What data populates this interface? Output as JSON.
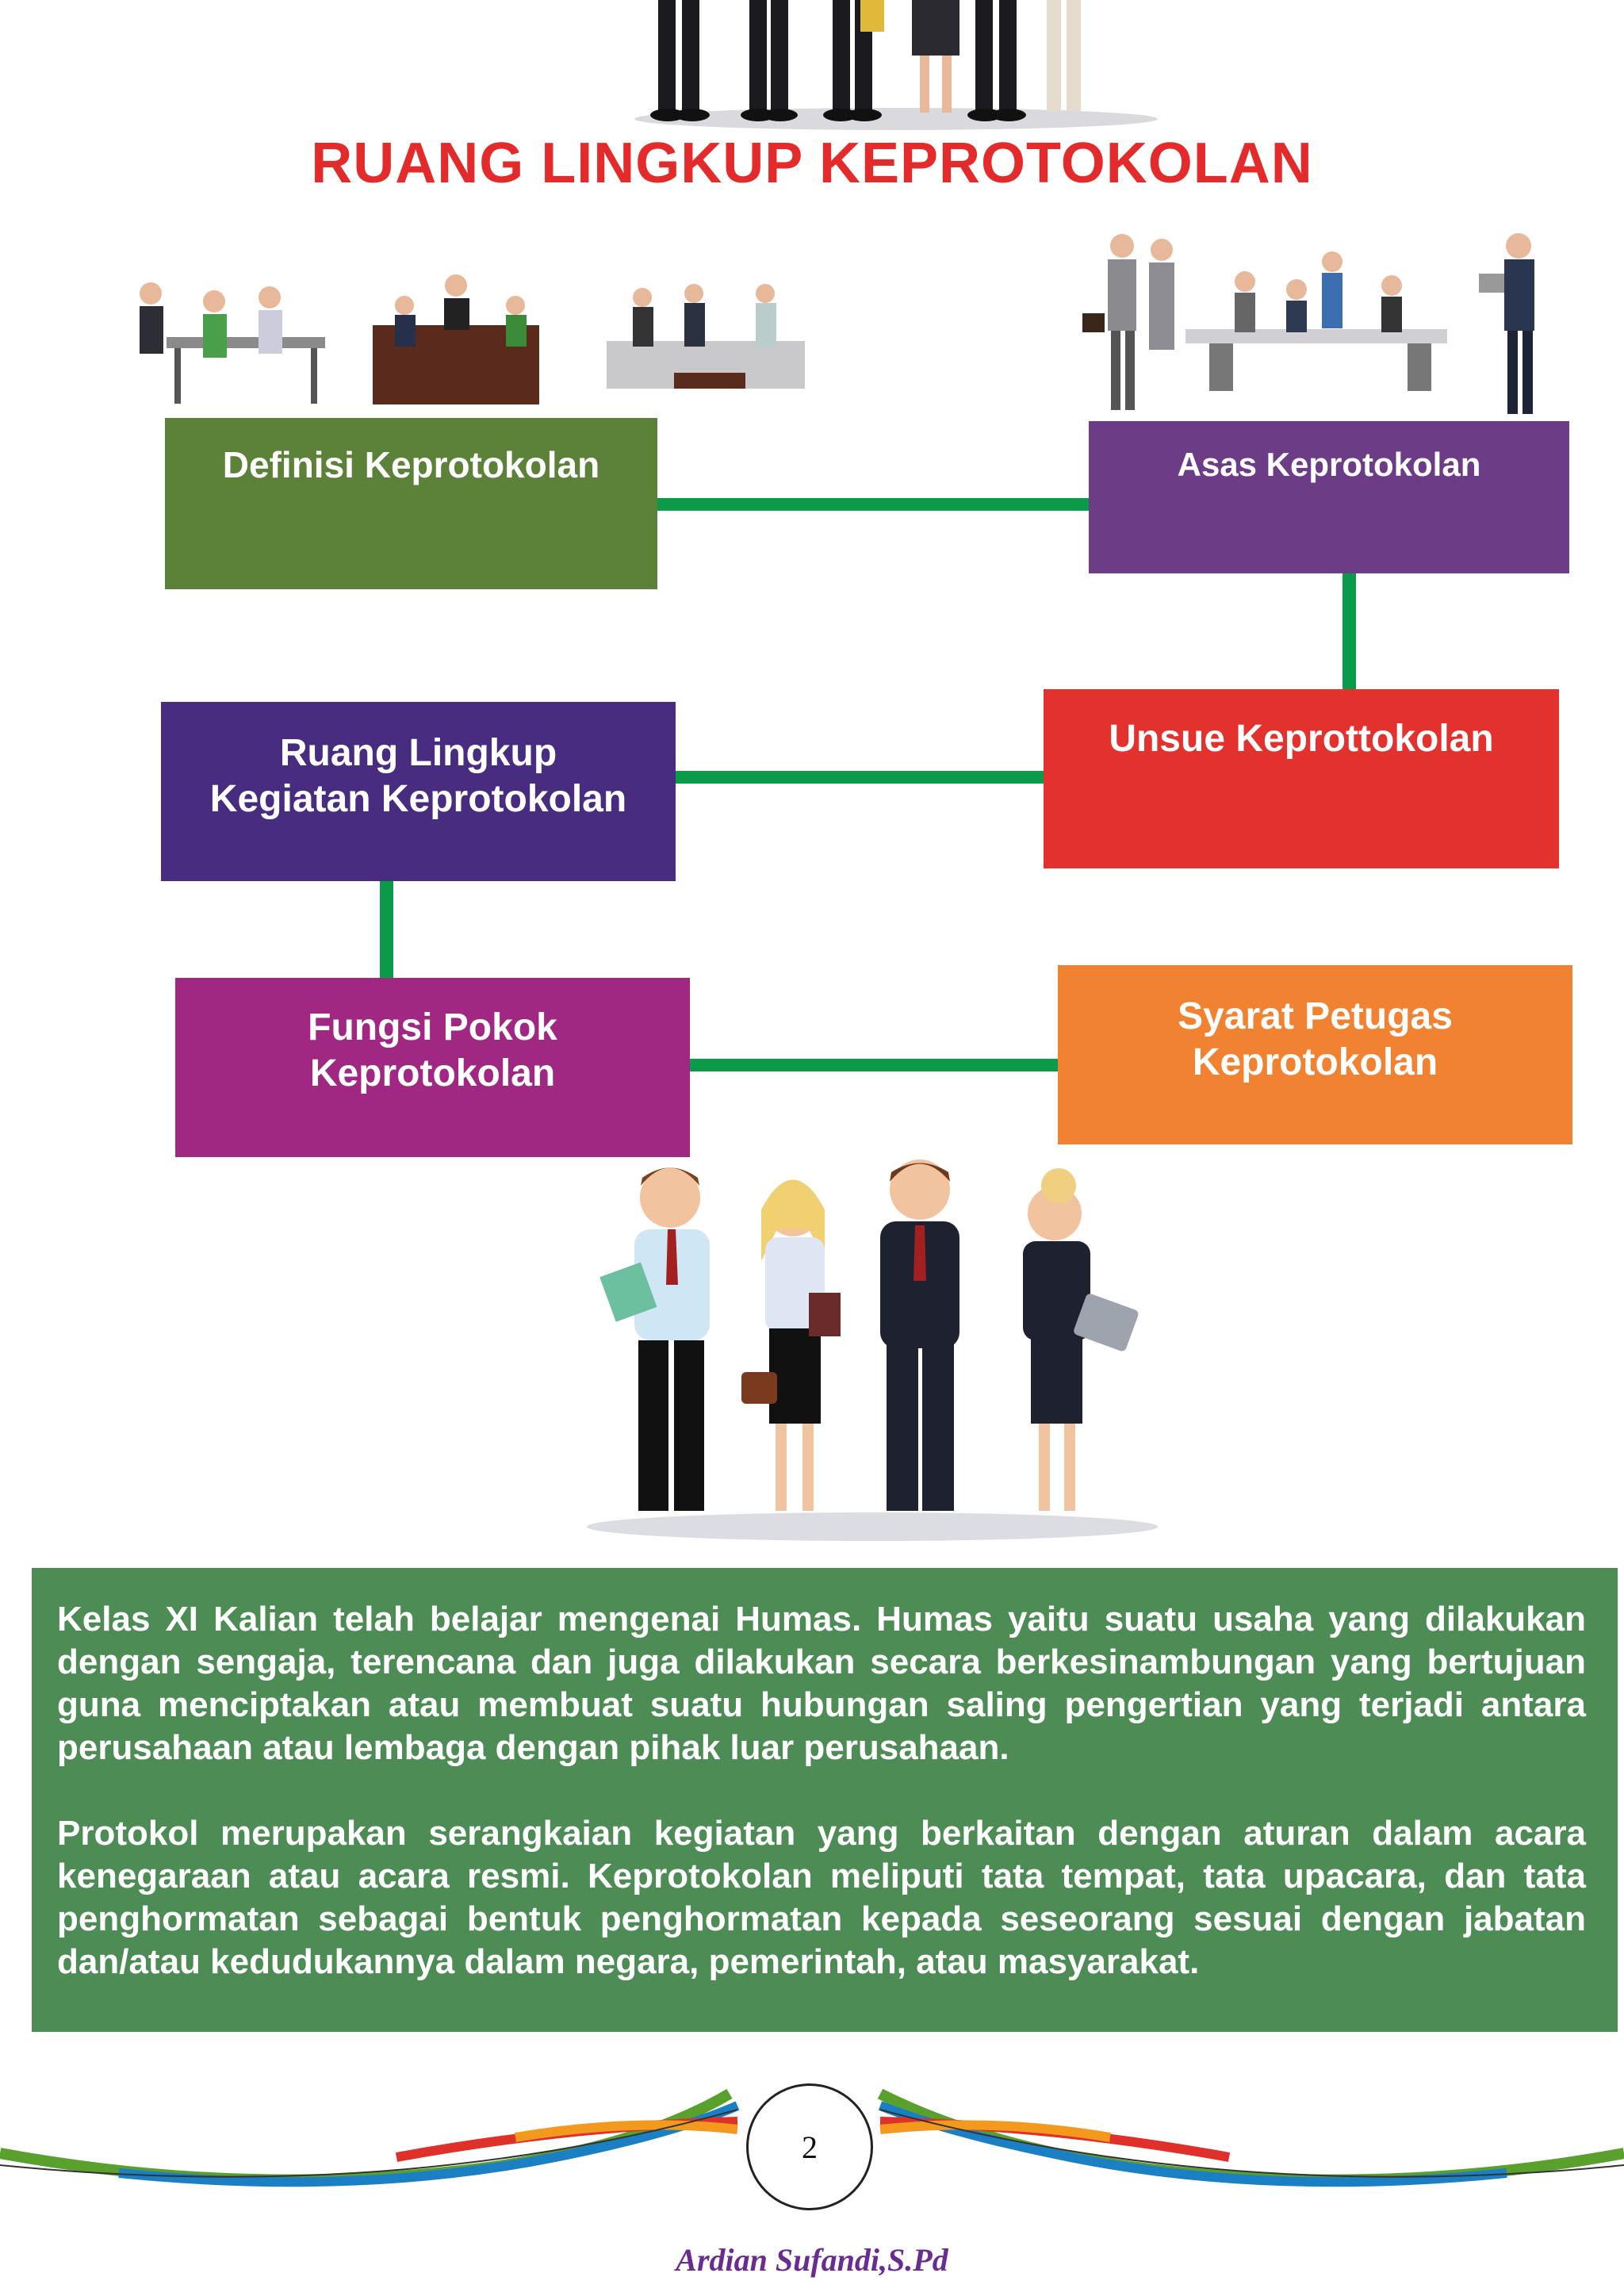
{
  "title": "RUANG LINGKUP KEPROTOKOLAN",
  "boxes": [
    {
      "label": "Definisi Keprotokolan",
      "color": "#5c8239"
    },
    {
      "label": "Asas Keprotokolan",
      "color": "#6c3c86"
    },
    {
      "label": "Unsue Keprottokolan",
      "color": "#e3312e"
    },
    {
      "label": "Ruang Lingkup\nKegiatan Keprotokolan",
      "color": "#472c80"
    },
    {
      "label": "Fungsi Pokok\nKeprotokolan",
      "color": "#a02883"
    },
    {
      "label": "Syarat Petugas\nKeprotokolan",
      "color": "#f08231"
    }
  ],
  "connector_color": "#0b9a49",
  "info": {
    "paragraph1": "Kelas XI Kalian telah belajar mengenai Humas. Humas yaitu suatu usaha yang dilakukan dengan sengaja, terencana dan juga dilakukan secara berkesinambungan yang bertujuan guna menciptakan atau membuat suatu hubungan saling pengertian yang terjadi antara perusahaan atau lembaga dengan pihak luar perusahaan.",
    "paragraph2": "Protokol merupakan serangkaian kegiatan yang berkaitan dengan aturan dalam acara kenegaraan atau acara resmi. Keprotokolan meliputi  tata tempat, tata upacara, dan tata penghormatan sebagai bentuk penghormatan kepada seseorang sesuai dengan jabatan dan/atau kedudukannya dalam negara, pemerintah, atau masyarakat.",
    "background": "#4e8c56"
  },
  "page_number": "2",
  "author": "Ardian Sufandi,S.Pd",
  "illustrations": [
    "business-people-group-icon",
    "office-meeting-icon",
    "business-team-icon"
  ]
}
